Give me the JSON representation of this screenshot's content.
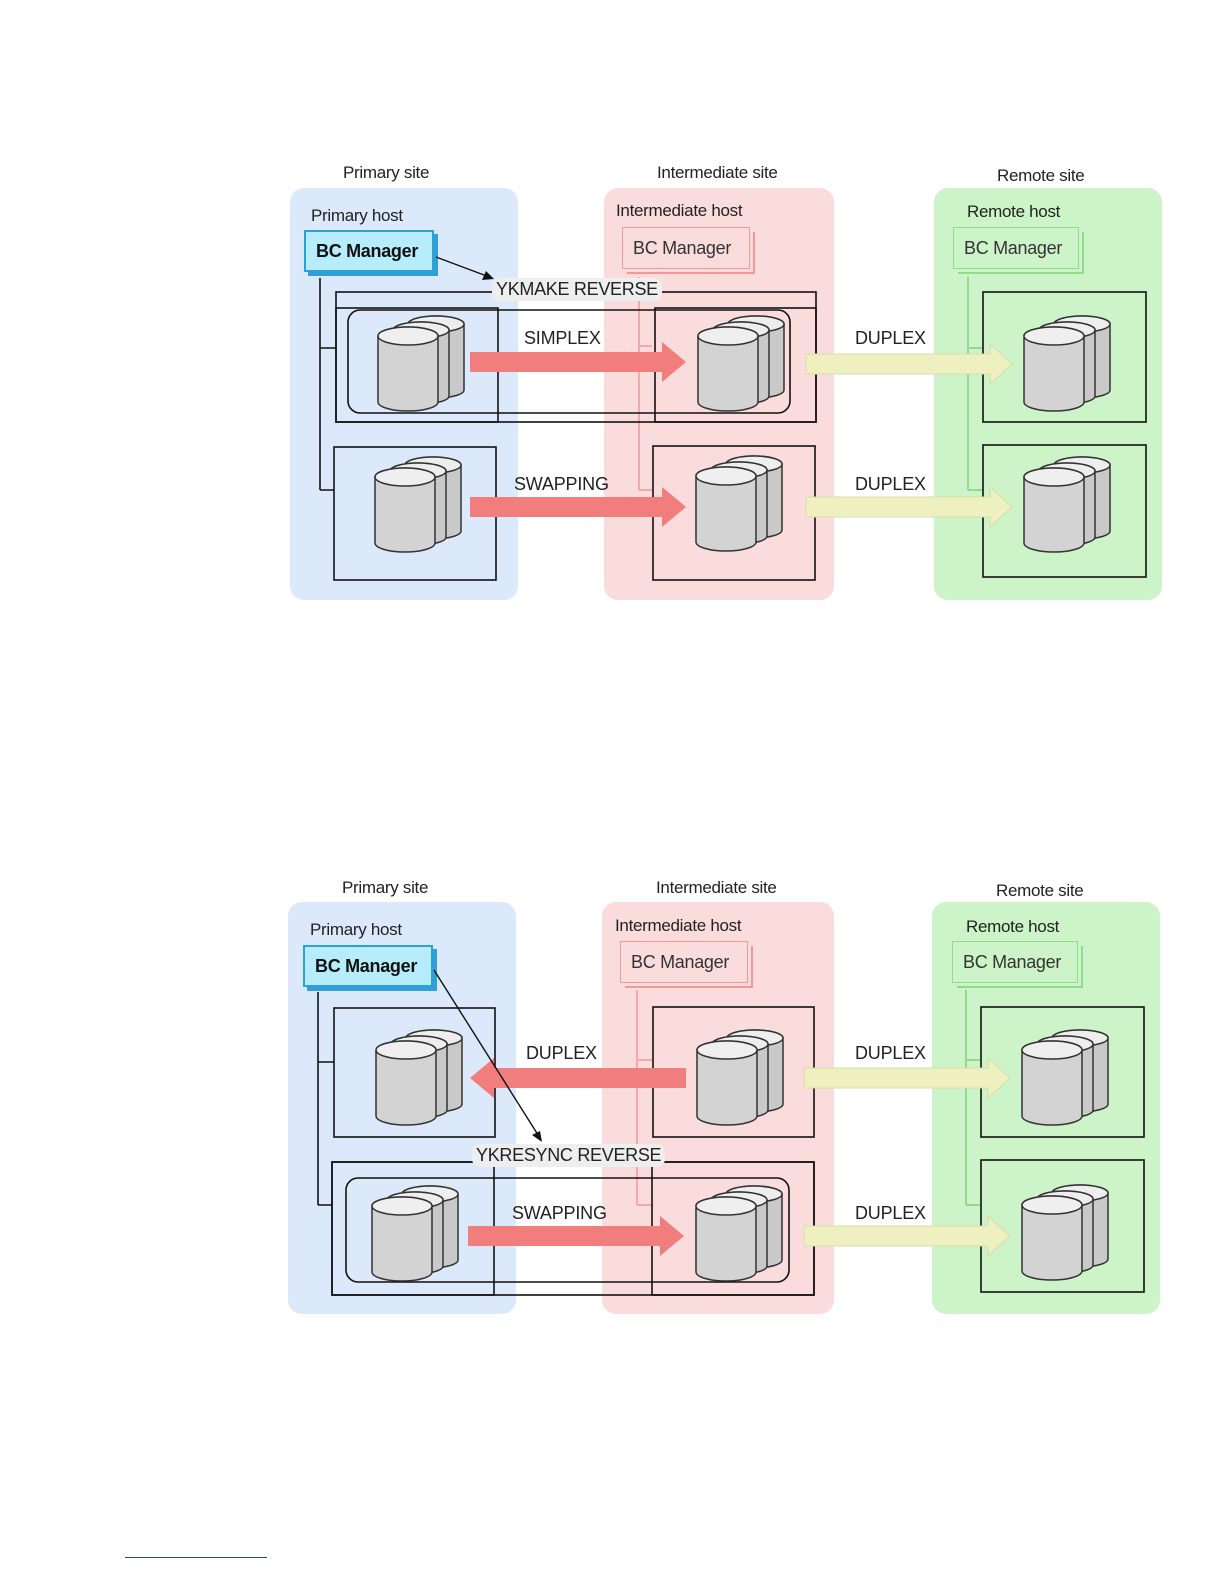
{
  "figures": [
    {
      "sites": {
        "primary": {
          "title": "Primary site",
          "host": "Primary host",
          "manager": "BC Manager"
        },
        "intermediate": {
          "title": "Intermediate site",
          "host": "Intermediate host",
          "manager": "BC Manager"
        },
        "remote": {
          "title": "Remote site",
          "host": "Remote host",
          "manager": "BC Manager"
        }
      },
      "command": "YKMAKE REVERSE",
      "pairs": [
        {
          "left_state": "SIMPLEX",
          "left_direction": "primary-to-intermediate",
          "right_state": "DUPLEX"
        },
        {
          "left_state": "SWAPPING",
          "left_direction": "primary-to-intermediate",
          "right_state": "DUPLEX"
        }
      ]
    },
    {
      "sites": {
        "primary": {
          "title": "Primary site",
          "host": "Primary host",
          "manager": "BC Manager"
        },
        "intermediate": {
          "title": "Intermediate site",
          "host": "Intermediate host",
          "manager": "BC Manager"
        },
        "remote": {
          "title": "Remote site",
          "host": "Remote host",
          "manager": "BC Manager"
        }
      },
      "command": "YKRESYNC REVERSE",
      "pairs": [
        {
          "left_state": "DUPLEX",
          "left_direction": "intermediate-to-primary",
          "right_state": "DUPLEX"
        },
        {
          "left_state": "SWAPPING",
          "left_direction": "primary-to-intermediate",
          "right_state": "DUPLEX"
        }
      ]
    }
  ],
  "colors": {
    "primary_site": "#dce9fb",
    "intermediate_site": "#fbdcdc",
    "remote_site": "#cdf4c8",
    "active_manager": "#b7ecfb",
    "red_arrow": "#f27d7d",
    "yellow_arrow": "#eef0c0"
  }
}
